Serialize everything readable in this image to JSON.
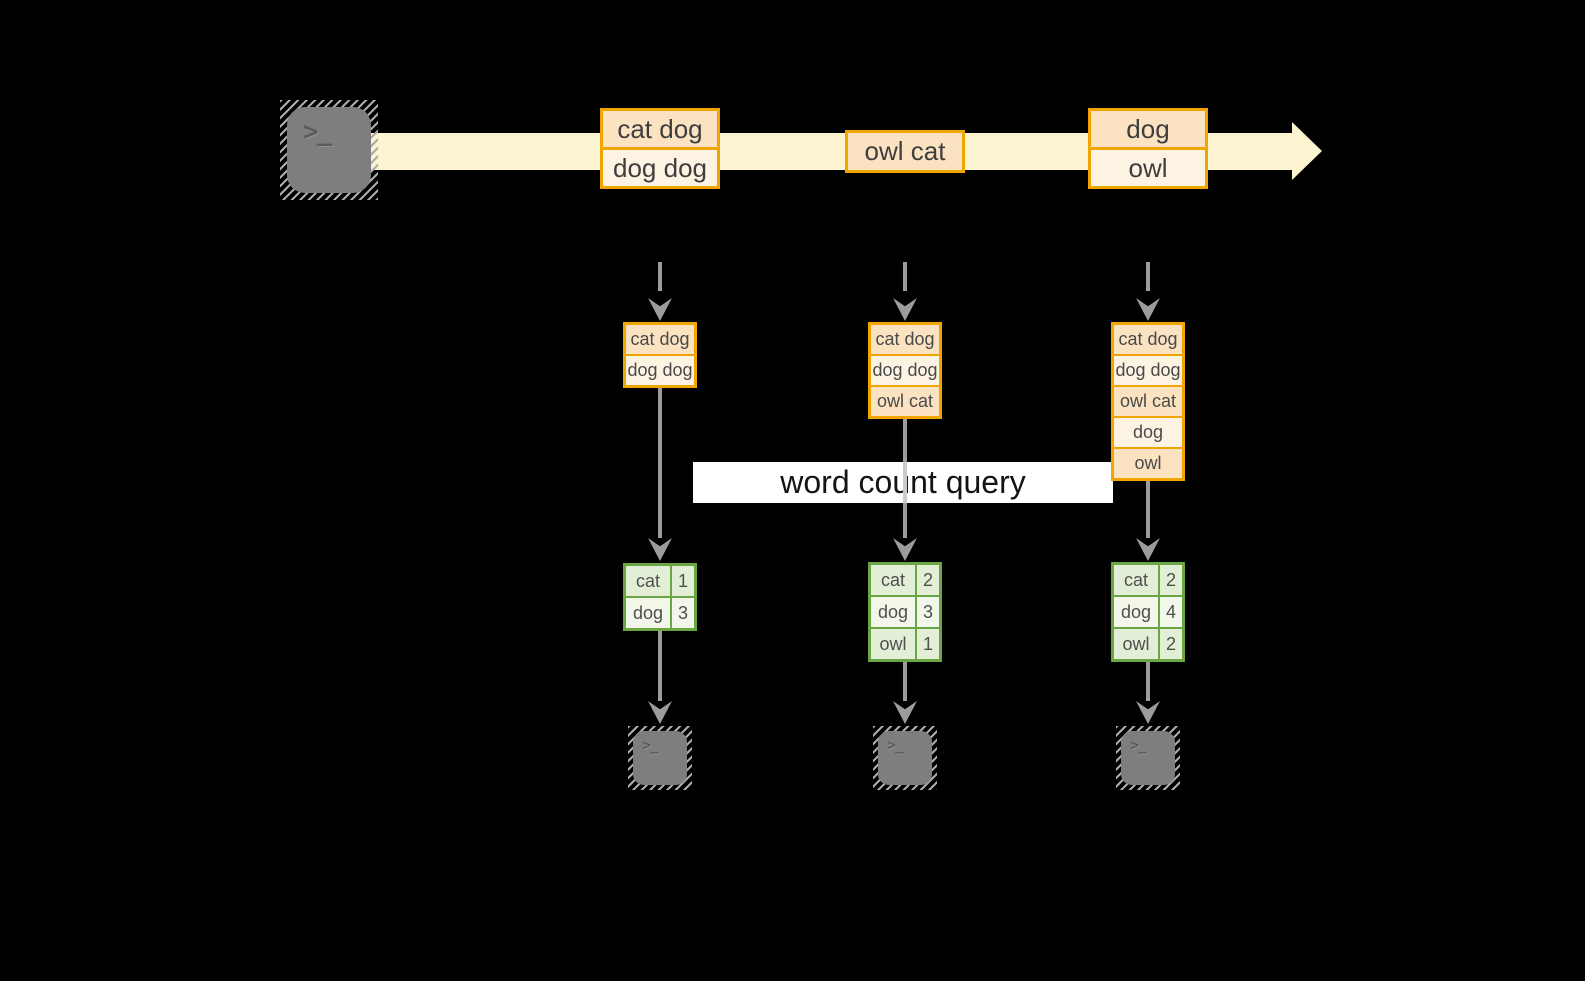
{
  "colors": {
    "background": "#000000",
    "stream_fill": "#fcf3d1",
    "box_border": "#f0a500",
    "cell_peach": "#fbe3c2",
    "cell_cream": "#fdf3e3",
    "table_border": "#6ba644",
    "cell_green": "#e3eed6",
    "cell_green_light": "#f2f7ea",
    "arrow_gray": "#9c9c9c",
    "banner_bg": "#ffffff",
    "banner_text": "#141414",
    "terminal_fill": "#7e7e7e"
  },
  "terminal_prompt": ">_",
  "stream": {
    "events": [
      {
        "records": [
          "cat dog",
          "dog dog"
        ]
      },
      {
        "records": [
          "owl cat"
        ]
      },
      {
        "records": [
          "dog",
          "owl"
        ]
      }
    ]
  },
  "query_banner": {
    "label": "word count query"
  },
  "columns": [
    {
      "buffer": [
        "cat dog",
        "dog dog"
      ],
      "counts": [
        {
          "word": "cat",
          "value": "1"
        },
        {
          "word": "dog",
          "value": "3"
        }
      ]
    },
    {
      "buffer": [
        "cat dog",
        "dog dog",
        "owl cat"
      ],
      "counts": [
        {
          "word": "cat",
          "value": "2"
        },
        {
          "word": "dog",
          "value": "3"
        },
        {
          "word": "owl",
          "value": "1"
        }
      ]
    },
    {
      "buffer": [
        "cat dog",
        "dog dog",
        "owl cat",
        "dog",
        "owl"
      ],
      "counts": [
        {
          "word": "cat",
          "value": "2"
        },
        {
          "word": "dog",
          "value": "4"
        },
        {
          "word": "owl",
          "value": "2"
        }
      ]
    }
  ]
}
